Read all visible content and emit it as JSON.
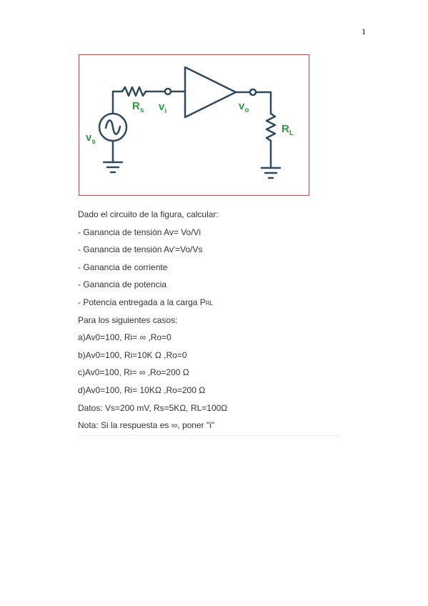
{
  "page_number": "1",
  "figure": {
    "labels": {
      "rs_main": "R",
      "rs_sub": "s",
      "vi_main": "v",
      "vi_sub": "i",
      "vo_main": "v",
      "vo_sub": "o",
      "vs_main": "v",
      "vs_sub": "s",
      "rl_main": "R",
      "rl_sub": "L"
    },
    "colors": {
      "wire": "#2f4a5f",
      "label": "#2e9a45",
      "border": "#e0393e"
    }
  },
  "text": {
    "intro": "Dado el circuito de la figura, calcular:",
    "items": [
      "- Ganancia de tensión Av= Vo/Vi",
      "- Ganancia de tensión Av'=Vo/Vs",
      "- Ganancia de corriente",
      "- Ganancia de potencia"
    ],
    "power_item_prefix": "- Potencia entregada a la carga P",
    "power_item_sub": "RL",
    "cases_intro": "Para los siguientes casos:",
    "cases": [
      "a)Av0=100, Ri= ∞ ,Ro=0",
      "b)Av0=100, Ri=10K Ω ,Ro=0",
      "c)Av0=100, Ri= ∞ ,Ro=200 Ω",
      "d)Av0=100, Ri= 10KΩ ,Ro=200 Ω"
    ],
    "datos": "Datos: Vs=200 mV, Rs=5KΩ, RL=100Ω",
    "nota": "Nota: Si la respuesta es ∞, poner \"i\""
  }
}
